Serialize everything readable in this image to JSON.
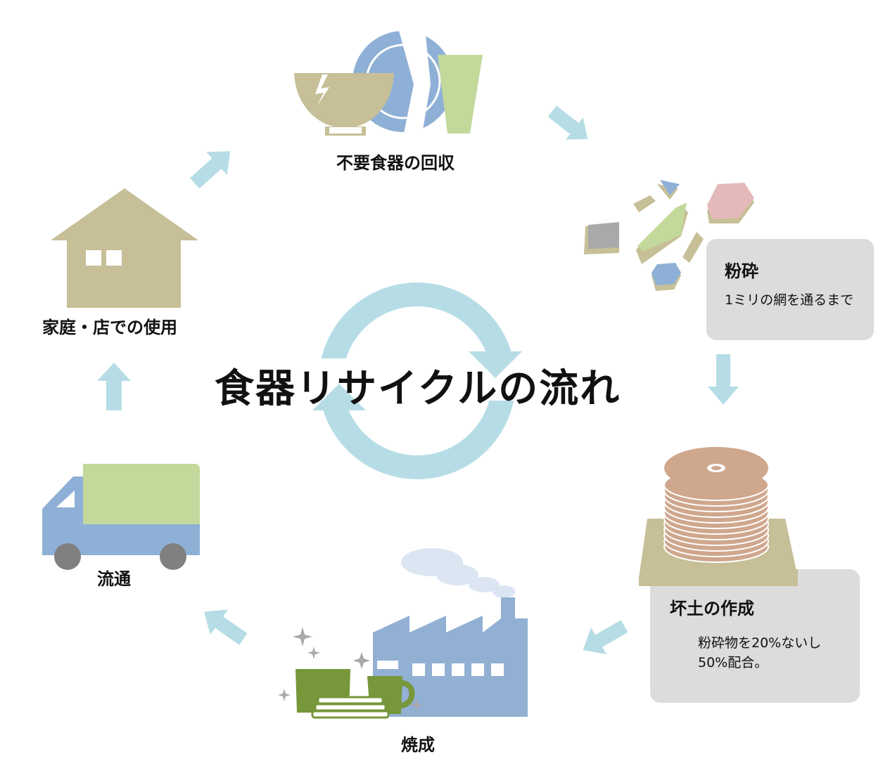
{
  "title": "食器リサイクルの流れ",
  "steps": {
    "collection": "不要食器の回収",
    "crushing": {
      "title": "粉砕",
      "note": "1ミリの網を通るまで"
    },
    "clay": {
      "title": "坏土の作成",
      "note_line1": "粉砕物を20%ないし",
      "note_line2": "50%配合。"
    },
    "firing": "焼成",
    "distribution": "流通",
    "usage": "家庭・店での使用"
  },
  "colors": {
    "arrow": "#b6dde6",
    "khaki": "#c6bf97",
    "blue": "#8fb0d6",
    "green": "#c3d89b",
    "pink": "#e4b9b9",
    "gray": "#a9a9a9",
    "clay": "#cfa78d",
    "factory": "#92b0d3",
    "dark_green": "#76973a",
    "box": "#dcdcdc"
  },
  "icons": [
    "broken-dishes-icon",
    "crushed-fragments-icon",
    "clay-stack-icon",
    "factory-icon",
    "truck-icon",
    "house-icon",
    "cycle-arrows-icon"
  ]
}
